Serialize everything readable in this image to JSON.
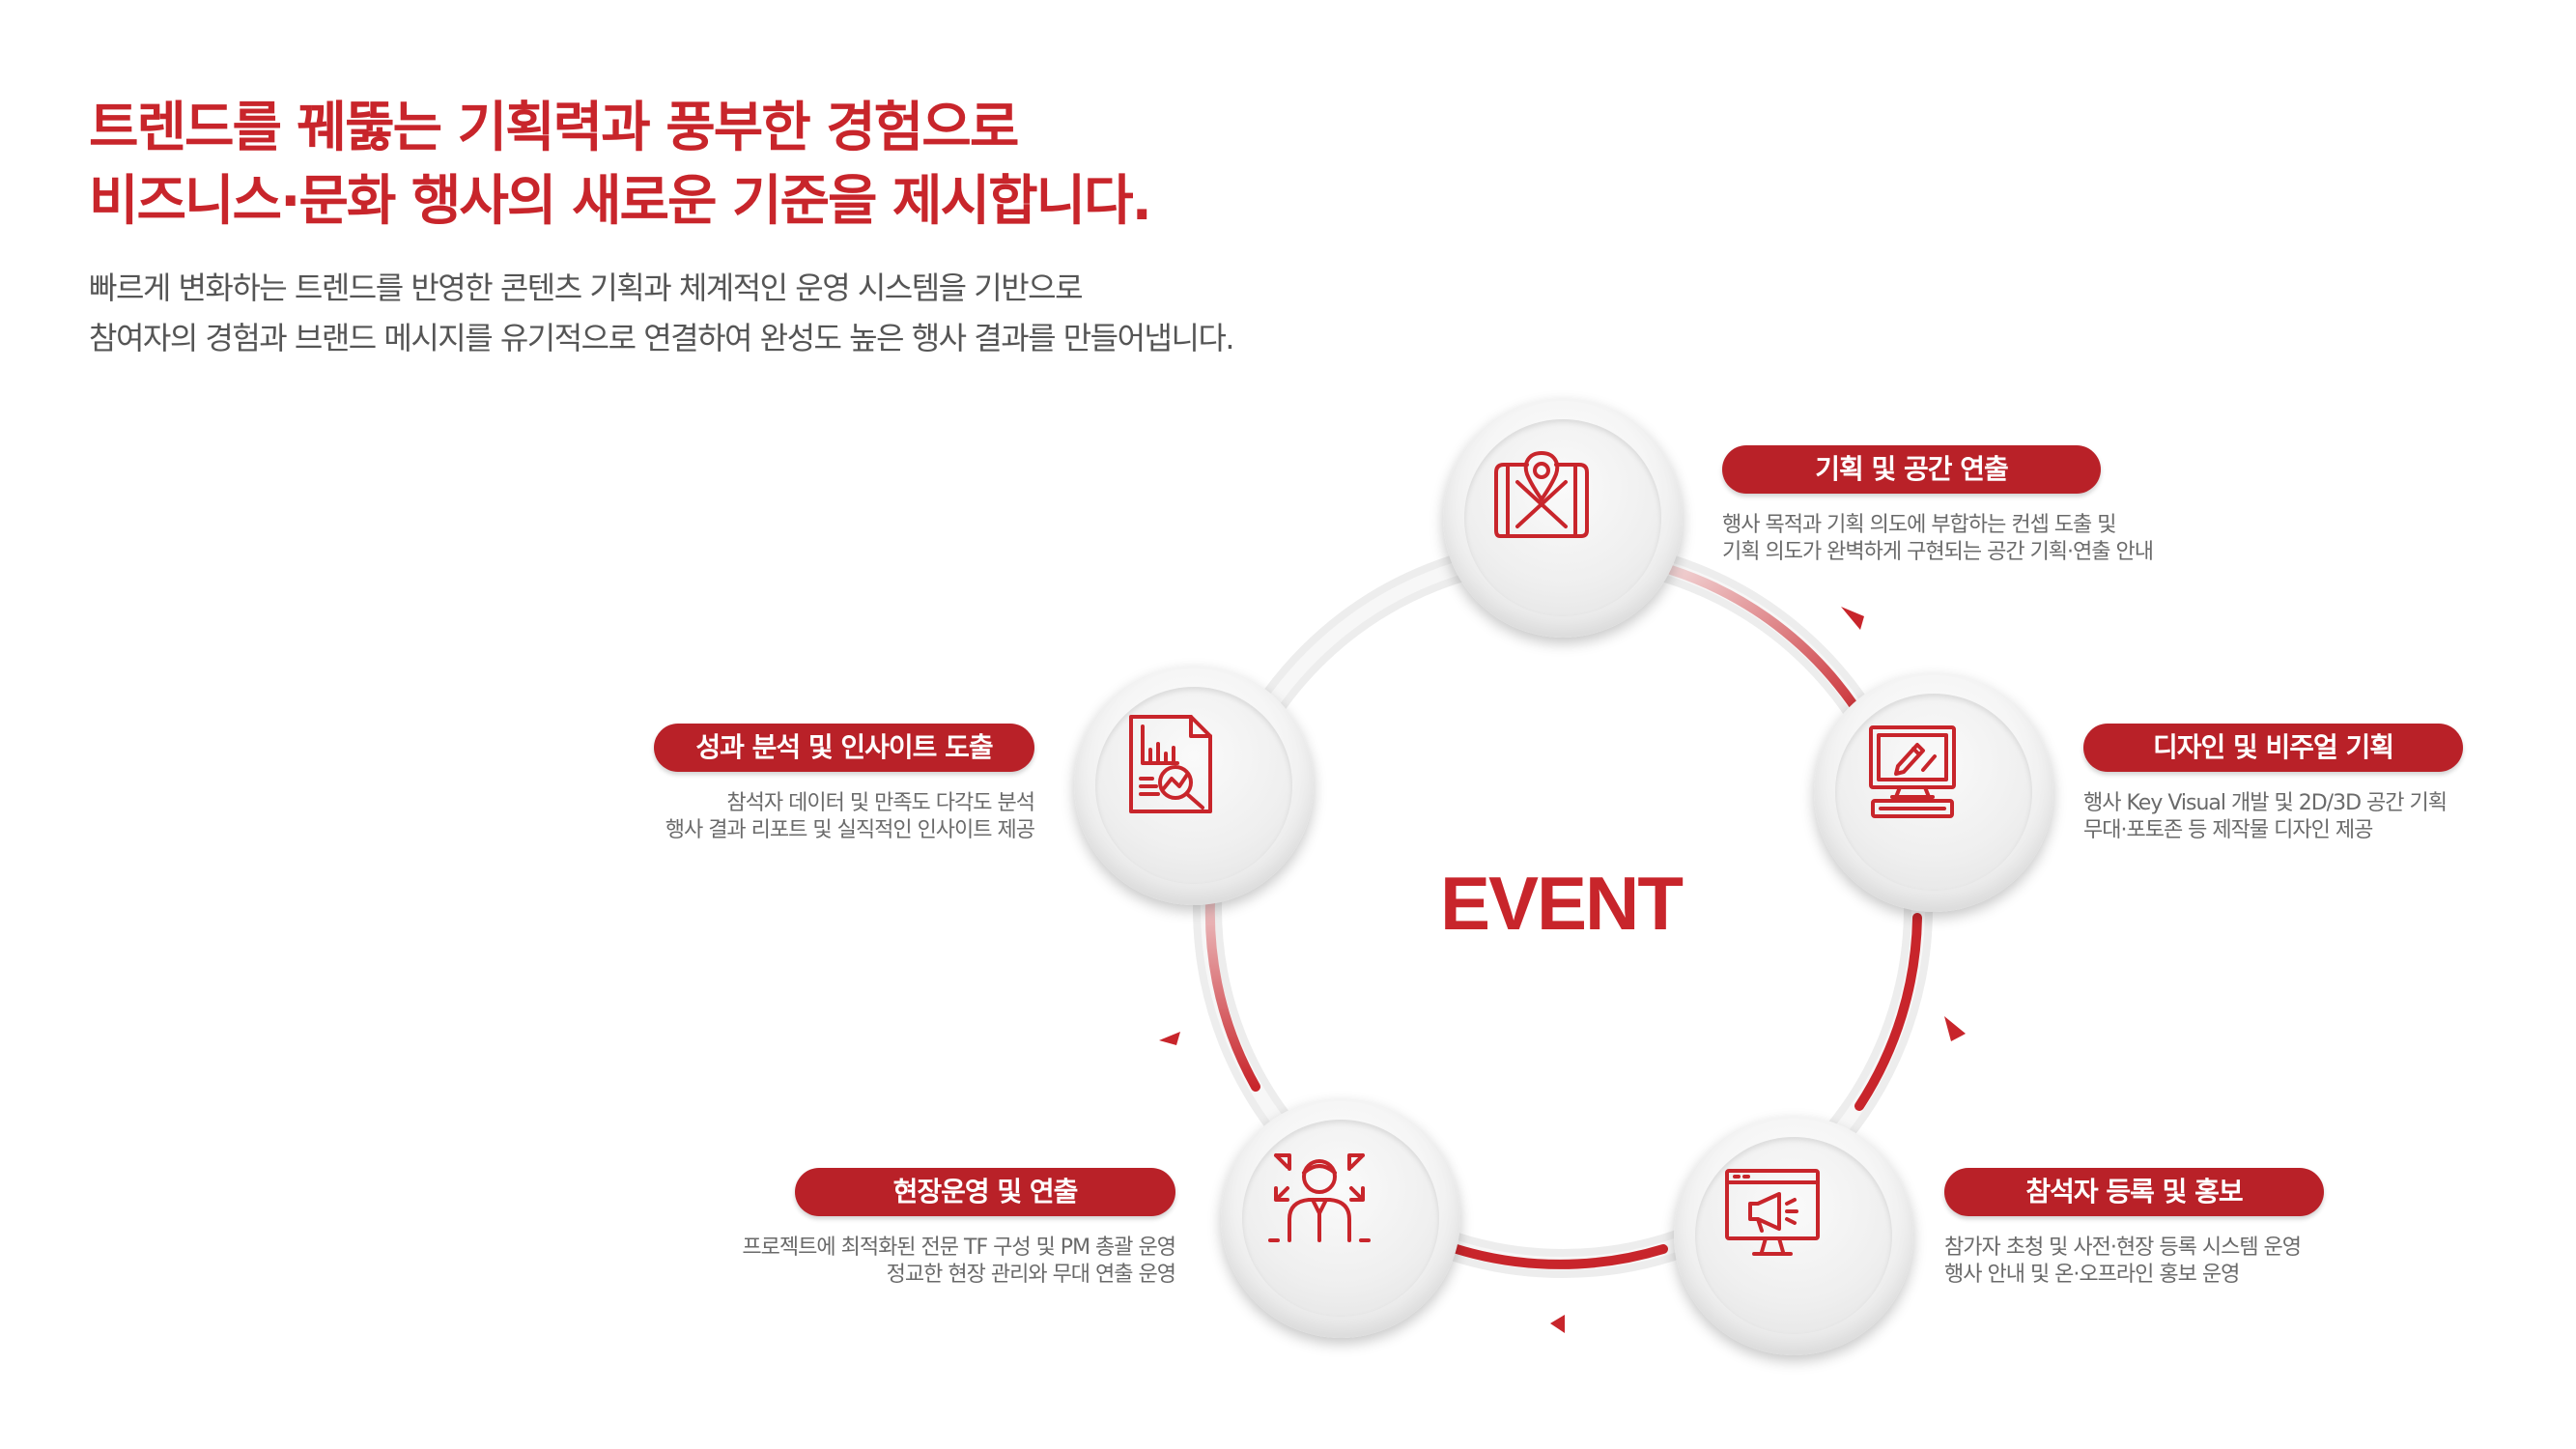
{
  "headline": {
    "line1": "트렌드를 꿰뚫는 기획력과 풍부한 경험으로",
    "line2": "비즈니스·문화 행사의 새로운 기준을 제시합니다."
  },
  "intro": {
    "line1": "빠르게 변화하는 트렌드를 반영한 콘텐츠 기획과 체계적인 운영 시스템을 기반으로",
    "line2": "참여자의 경험과 브랜드 메시지를 유기적으로 연결하여 완성도 높은 행사 결과를 만들어냅니다."
  },
  "center_label": "EVENT",
  "colors": {
    "accent": "#c8252b",
    "pill": "#b92128",
    "text_gray": "#6a6a6a"
  },
  "steps": [
    {
      "title": "기획 및 공간 연출",
      "icon": "map-pin-icon",
      "desc": [
        "행사 목적과 기획 의도에 부합하는 컨셉 도출 및",
        "기획 의도가 완벽하게 구현되는 공간 기획·연출 안내"
      ]
    },
    {
      "title": "디자인 및 비주얼 기획",
      "icon": "design-monitor-icon",
      "desc": [
        "행사 Key Visual 개발 및 2D/3D 공간 기획",
        "무대·포토존 등 제작물 디자인 제공"
      ]
    },
    {
      "title": "참석자 등록 및 홍보",
      "icon": "megaphone-monitor-icon",
      "desc": [
        "참가자 초청 및 사전·현장 등록 시스템 운영",
        "행사 안내 및 온·오프라인 홍보 운영"
      ]
    },
    {
      "title": "현장운영 및 연출",
      "icon": "manager-icon",
      "desc": [
        "프로젝트에 최적화된 전문 TF 구성 및 PM 총괄 운영",
        "정교한 현장 관리와 무대 연출 운영"
      ]
    },
    {
      "title": "성과 분석 및 인사이트 도출",
      "icon": "report-analysis-icon",
      "desc": [
        "참석자 데이터 및 만족도 다각도 분석",
        "행사 결과 리포트 및 실직적인 인사이트 제공"
      ]
    }
  ]
}
